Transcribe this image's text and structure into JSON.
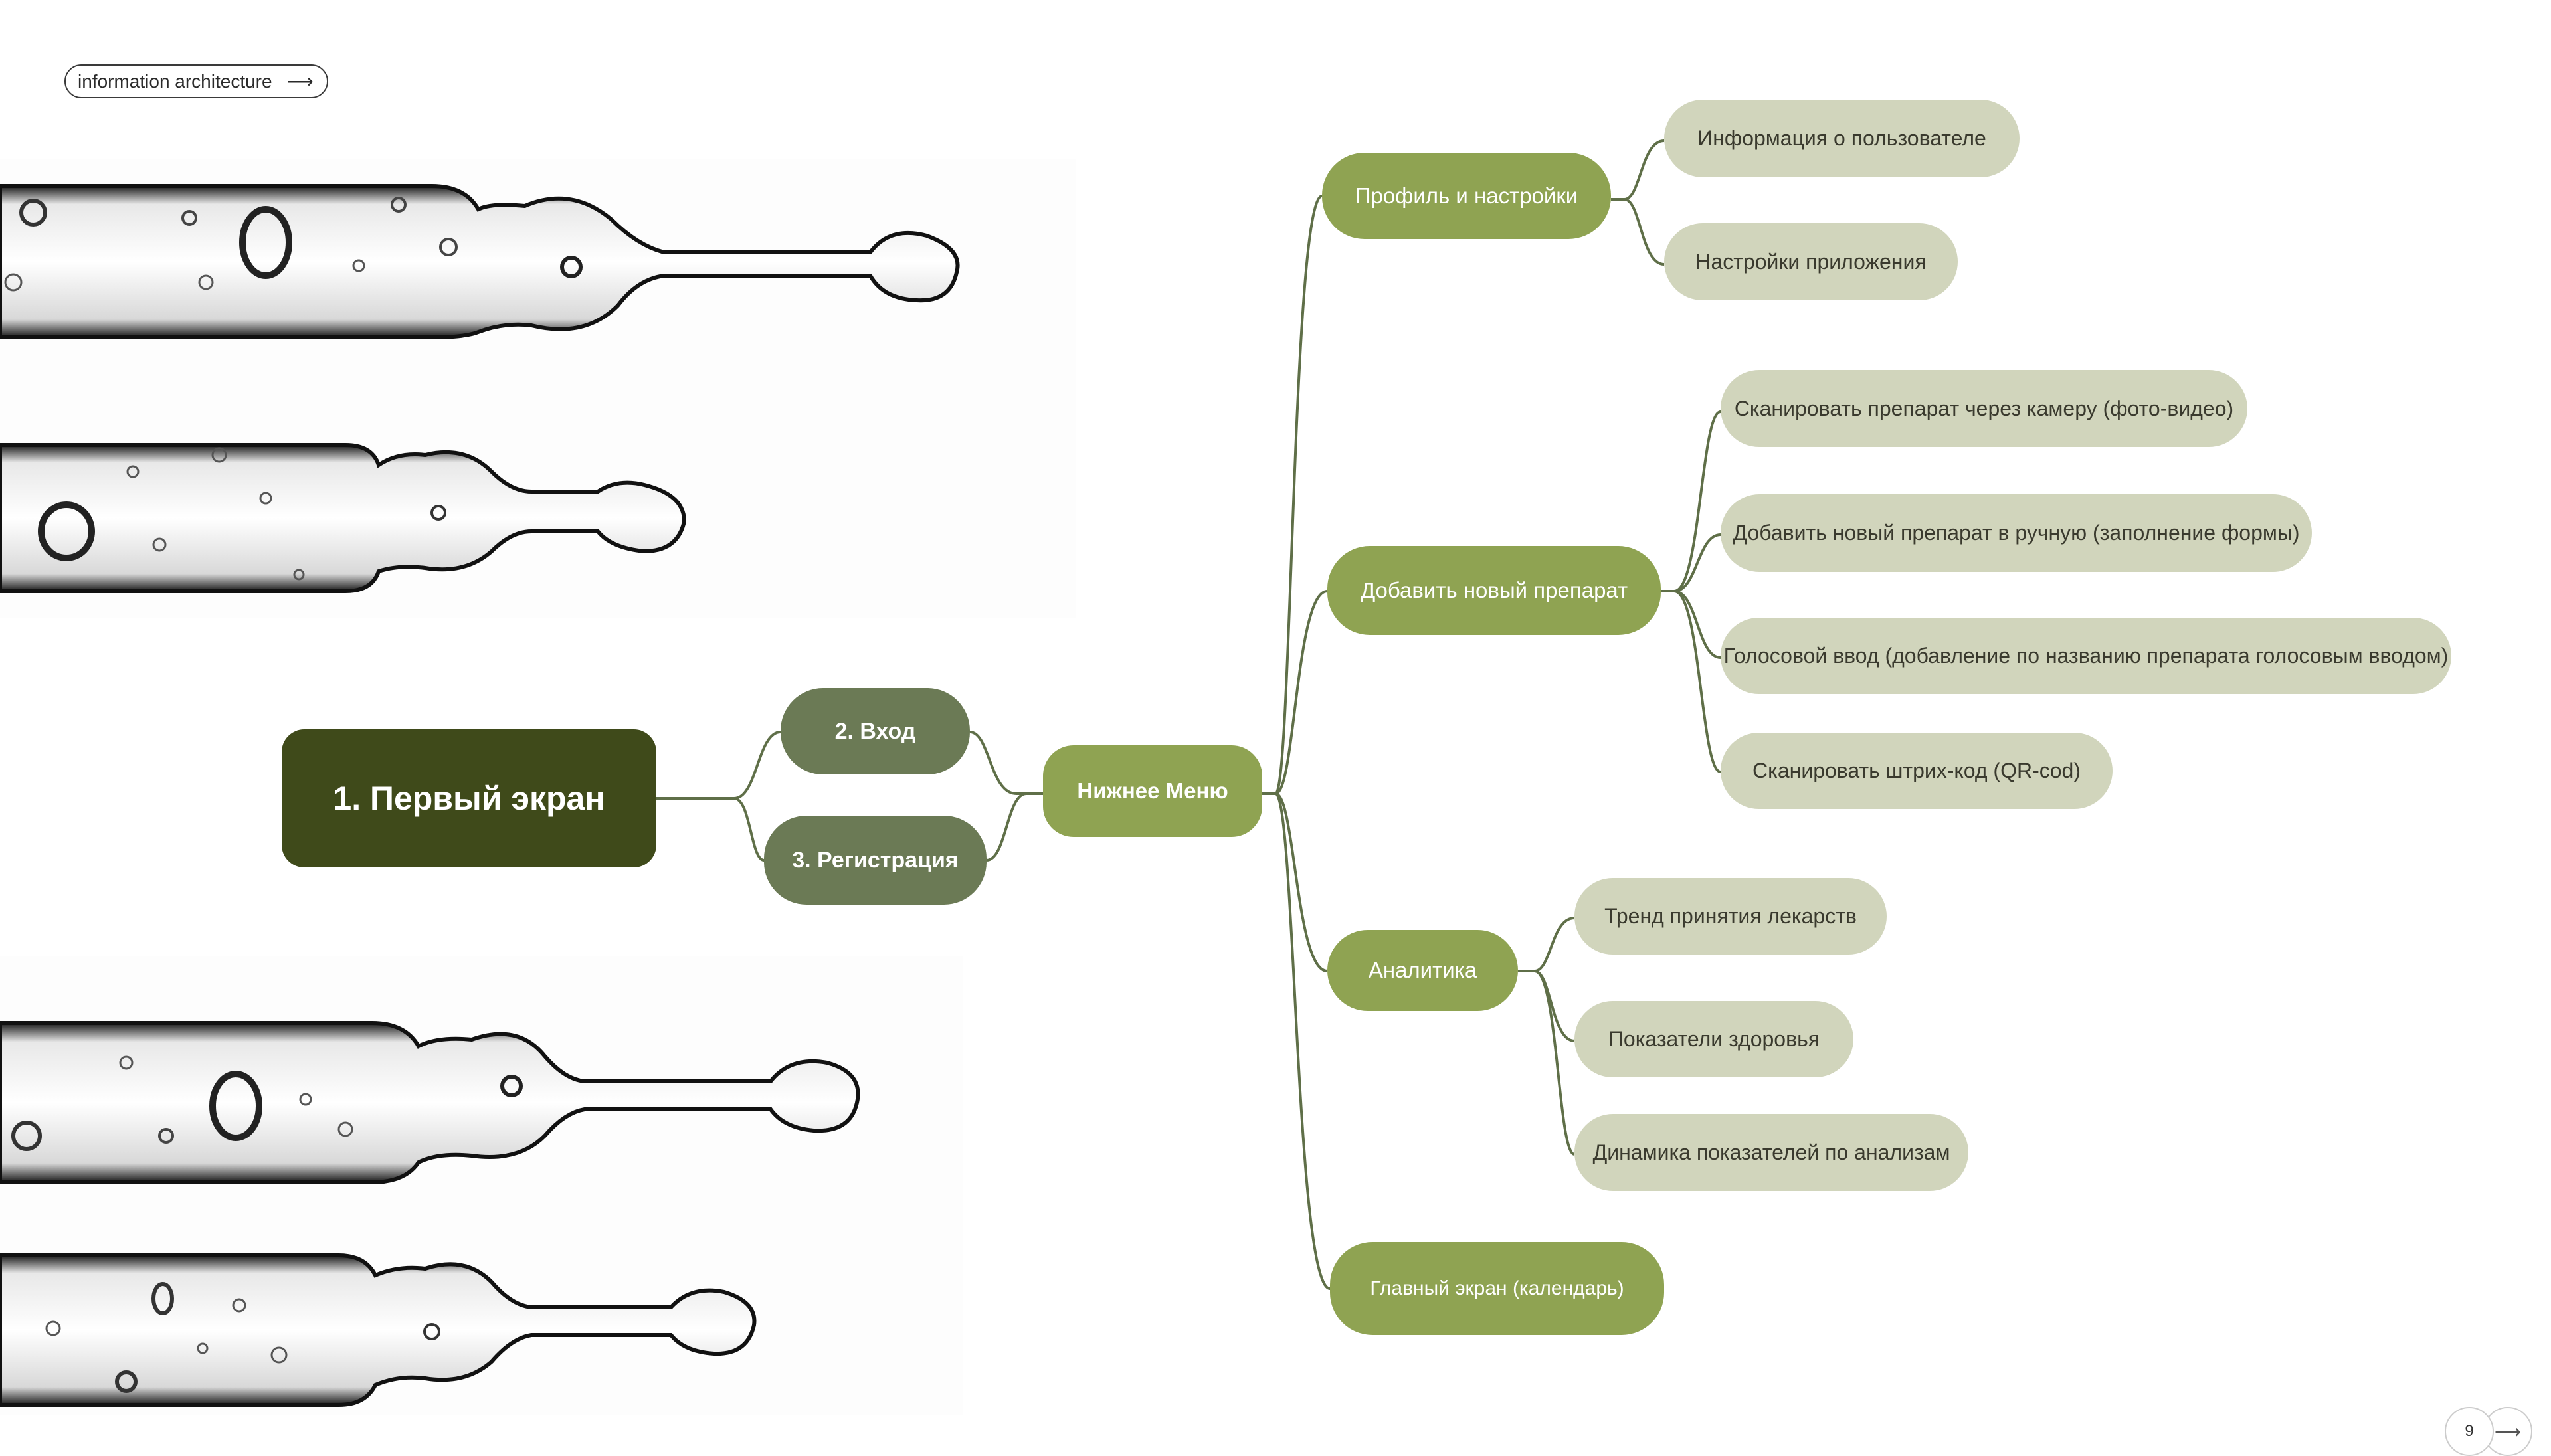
{
  "header": {
    "tag_label": "information architecture",
    "tag_icon": "arrow-right-icon"
  },
  "diagram": {
    "root": "1. Первый экран",
    "steps": [
      "2. Вход",
      "3. Регистрация"
    ],
    "hub": "Нижнее Меню",
    "categories": [
      {
        "label": "Профиль и настройки",
        "children": [
          "Информация о пользователе",
          "Настройки приложения"
        ]
      },
      {
        "label": "Добавить новый препарат",
        "children": [
          "Сканировать препарат через камеру (фото-видео)",
          "Добавить новый препарат в ручную (заполнение формы)",
          "Голосовой ввод (добавление по названию препарата голосовым вводом)",
          "Сканировать штрих-код (QR-cod)"
        ]
      },
      {
        "label": "Аналитика",
        "children": [
          "Тренд принятия лекарств",
          "Показатели здоровья",
          "Динамика показателей по анализам"
        ]
      },
      {
        "label": "Главный экран (календарь)",
        "children": []
      }
    ]
  },
  "colors": {
    "root": "#3f4a1a",
    "step": "#6b7a55",
    "hub": "#8fa352",
    "category": "#8fa352",
    "leaf": "#d1d5bc",
    "connector": "#5f6f48"
  },
  "footer": {
    "page_number": "9",
    "next_icon": "arrow-right-icon"
  }
}
